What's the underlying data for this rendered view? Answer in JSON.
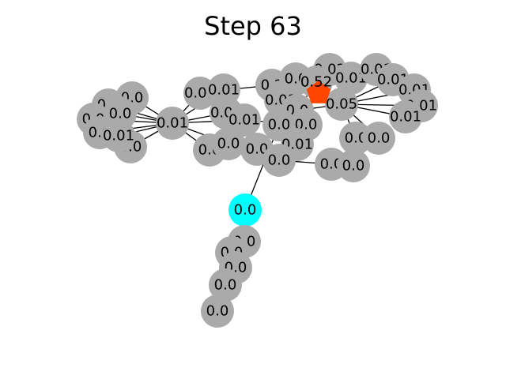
{
  "title": "Step 63",
  "colors": {
    "node_default": "#aaaaaa",
    "node_current": "#00ffff",
    "agent_marker": "#ff4500",
    "edge": "#000000",
    "background": "#ffffff"
  },
  "agent_marker": {
    "shape": "pentagon",
    "node_id": "n35"
  },
  "nodes": [
    {
      "id": "n0",
      "label": "0.0",
      "state": "default"
    },
    {
      "id": "n1",
      "label": "0.0",
      "state": "default"
    },
    {
      "id": "n2",
      "label": "0.0",
      "state": "default"
    },
    {
      "id": "n3",
      "label": "0.0",
      "state": "default"
    },
    {
      "id": "n4",
      "label": "0.0",
      "state": "default"
    },
    {
      "id": "n5",
      "label": "0.01",
      "state": "default"
    },
    {
      "id": "n6",
      "label": "0.0",
      "state": "default"
    },
    {
      "id": "n7",
      "label": "0.01",
      "state": "default"
    },
    {
      "id": "n8",
      "label": "0.01",
      "state": "default"
    },
    {
      "id": "n9",
      "label": "0.01",
      "state": "default"
    },
    {
      "id": "n10",
      "label": "0.01",
      "state": "default"
    },
    {
      "id": "n11",
      "label": "0.01",
      "state": "default"
    },
    {
      "id": "n12",
      "label": "0.0",
      "state": "default"
    },
    {
      "id": "n13",
      "label": "0.0",
      "state": "default"
    },
    {
      "id": "n14",
      "label": "0.0",
      "state": "default"
    },
    {
      "id": "n15",
      "label": "0.2",
      "state": "default"
    },
    {
      "id": "n16",
      "label": "0.0",
      "state": "default"
    },
    {
      "id": "n17",
      "label": "0.01",
      "state": "default"
    },
    {
      "id": "n18",
      "label": "0.0",
      "state": "default"
    },
    {
      "id": "n19",
      "label": "0.0",
      "state": "default"
    },
    {
      "id": "n20",
      "label": "0.0",
      "state": "default"
    },
    {
      "id": "n21",
      "label": "0.01",
      "state": "default"
    },
    {
      "id": "n22",
      "label": "0.0",
      "state": "default"
    },
    {
      "id": "n23",
      "label": "0.0",
      "state": "default"
    },
    {
      "id": "n24",
      "label": "0.0",
      "state": "default"
    },
    {
      "id": "n25",
      "label": "0.0",
      "state": "default"
    },
    {
      "id": "n26",
      "label": "0.0",
      "state": "default"
    },
    {
      "id": "n27",
      "label": "0.02",
      "state": "default"
    },
    {
      "id": "n28",
      "label": "0.01",
      "state": "default"
    },
    {
      "id": "n29",
      "label": "0.01",
      "state": "default"
    },
    {
      "id": "n30",
      "label": "0.01",
      "state": "default"
    },
    {
      "id": "n31",
      "label": "0.01",
      "state": "default"
    },
    {
      "id": "n32",
      "label": "0.01",
      "state": "default"
    },
    {
      "id": "n33",
      "label": "0.01",
      "state": "default"
    },
    {
      "id": "n34",
      "label": "0.05",
      "state": "default"
    },
    {
      "id": "n35",
      "label": "0.52",
      "state": "default"
    },
    {
      "id": "n36",
      "label": "0.0",
      "state": "current"
    },
    {
      "id": "n37",
      "label": "0.0",
      "state": "default"
    },
    {
      "id": "n38",
      "label": "0.0",
      "state": "default"
    },
    {
      "id": "n39",
      "label": "0.0",
      "state": "default"
    },
    {
      "id": "n40",
      "label": "0.0",
      "state": "default"
    },
    {
      "id": "n41",
      "label": "0.0",
      "state": "default"
    }
  ],
  "edges": [
    [
      "n5",
      "n0"
    ],
    [
      "n5",
      "n1"
    ],
    [
      "n5",
      "n2"
    ],
    [
      "n5",
      "n3"
    ],
    [
      "n5",
      "n4"
    ],
    [
      "n5",
      "n6"
    ],
    [
      "n5",
      "n7"
    ],
    [
      "n5",
      "n8"
    ],
    [
      "n5",
      "n9"
    ],
    [
      "n5",
      "n10"
    ],
    [
      "n5",
      "n12"
    ],
    [
      "n5",
      "n13"
    ],
    [
      "n5",
      "n11"
    ],
    [
      "n9",
      "n15"
    ],
    [
      "n15",
      "n35"
    ],
    [
      "n11",
      "n14"
    ],
    [
      "n11",
      "n20"
    ],
    [
      "n19",
      "n14"
    ],
    [
      "n19",
      "n21"
    ],
    [
      "n19",
      "n36"
    ],
    [
      "n36",
      "n37"
    ],
    [
      "n21",
      "n22"
    ],
    [
      "n22",
      "n23"
    ],
    [
      "n16",
      "n35"
    ],
    [
      "n17",
      "n35"
    ],
    [
      "n18",
      "n35"
    ],
    [
      "n35",
      "n27"
    ],
    [
      "n35",
      "n28"
    ],
    [
      "n35",
      "n34"
    ],
    [
      "n34",
      "n29"
    ],
    [
      "n34",
      "n30"
    ],
    [
      "n34",
      "n31"
    ],
    [
      "n34",
      "n32"
    ],
    [
      "n34",
      "n33"
    ],
    [
      "n34",
      "n24"
    ],
    [
      "n34",
      "n25"
    ],
    [
      "n34",
      "n18"
    ]
  ]
}
